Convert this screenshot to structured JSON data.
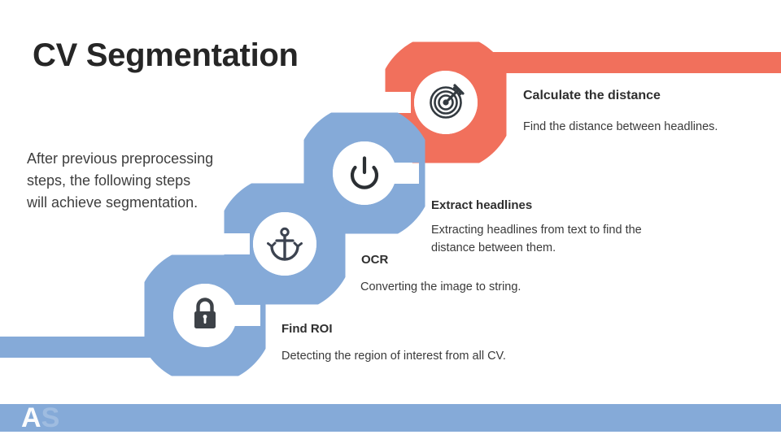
{
  "slide": {
    "title": "CV Segmentation",
    "lede": "After previous preprocessing steps, the following steps will achieve segmentation."
  },
  "colors": {
    "coral": "#F1705C",
    "blue": "#85AAD8",
    "text_dark": "#262626",
    "text_body": "#3a3a3a",
    "background": "#FFFFFF"
  },
  "steps": [
    {
      "index": 1,
      "icon": "lock-icon",
      "ring_color": "#85AAD8",
      "heading": "Find ROI",
      "body": "Detecting the region of interest from all CV."
    },
    {
      "index": 2,
      "icon": "anchor-icon",
      "ring_color": "#85AAD8",
      "heading": "OCR",
      "body": "Converting the image to string."
    },
    {
      "index": 3,
      "icon": "power-icon",
      "ring_color": "#85AAD8",
      "heading": "Extract headlines",
      "body": "Extracting headlines from text to find the distance between them."
    },
    {
      "index": 4,
      "icon": "target-icon",
      "ring_color": "#F1705C",
      "heading": "Calculate the distance",
      "body": "Find the distance between headlines."
    }
  ],
  "brand": {
    "logo_visible": "A",
    "logo_faded": "S"
  }
}
